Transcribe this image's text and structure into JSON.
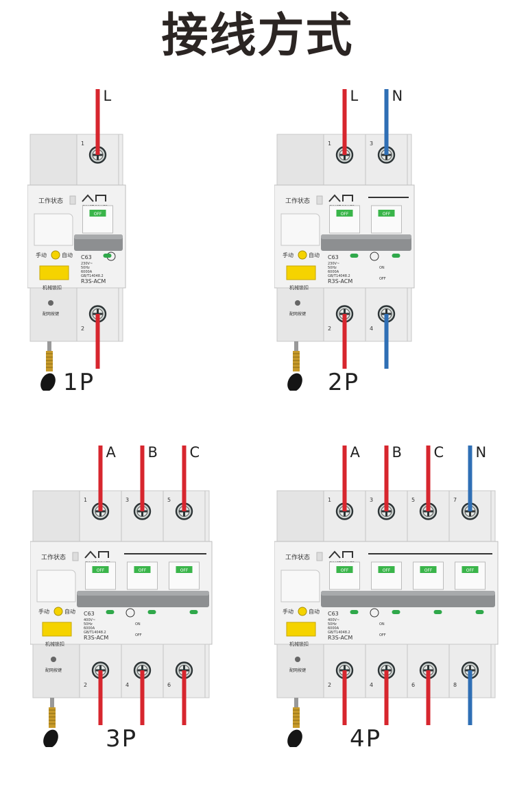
{
  "title": "接线方式",
  "colors": {
    "live_wire": "#d7262e",
    "neutral_wire": "#2f6fb5",
    "body": "#e9e9e9",
    "off_indicator": "#3ab54a",
    "handle": "#f5d300"
  },
  "panel_text": {
    "status": "工作状态",
    "manual": "手动",
    "auto": "自动",
    "lock": "机械锁扣",
    "net": "配网按键",
    "brand": "SMART POWER",
    "off": "OFF",
    "on": "ON",
    "off_small": "OFF",
    "rating": "C63",
    "model": "R3S-ACM",
    "std": "GB/T14048.2",
    "cap": "6000A",
    "hz": "50Hz"
  },
  "breakers": [
    {
      "id": "1p",
      "label": "1P",
      "voltage": "230V~",
      "poles": [
        {
          "top": "1",
          "bottom": "2",
          "wire": "L",
          "color": "live"
        }
      ]
    },
    {
      "id": "2p",
      "label": "2P",
      "voltage": "230V~",
      "poles": [
        {
          "top": "1",
          "bottom": "2",
          "wire": "L",
          "color": "live"
        },
        {
          "top": "3",
          "bottom": "4",
          "wire": "N",
          "color": "neutral"
        }
      ]
    },
    {
      "id": "3p",
      "label": "3P",
      "voltage": "400V~",
      "poles": [
        {
          "top": "1",
          "bottom": "2",
          "wire": "A",
          "color": "live"
        },
        {
          "top": "3",
          "bottom": "4",
          "wire": "B",
          "color": "live"
        },
        {
          "top": "5",
          "bottom": "6",
          "wire": "C",
          "color": "live"
        }
      ]
    },
    {
      "id": "4p",
      "label": "4P",
      "voltage": "400V~",
      "poles": [
        {
          "top": "1",
          "bottom": "2",
          "wire": "A",
          "color": "live"
        },
        {
          "top": "3",
          "bottom": "4",
          "wire": "B",
          "color": "live"
        },
        {
          "top": "5",
          "bottom": "6",
          "wire": "C",
          "color": "live"
        },
        {
          "top": "7",
          "bottom": "8",
          "wire": "N",
          "color": "neutral"
        }
      ]
    }
  ]
}
